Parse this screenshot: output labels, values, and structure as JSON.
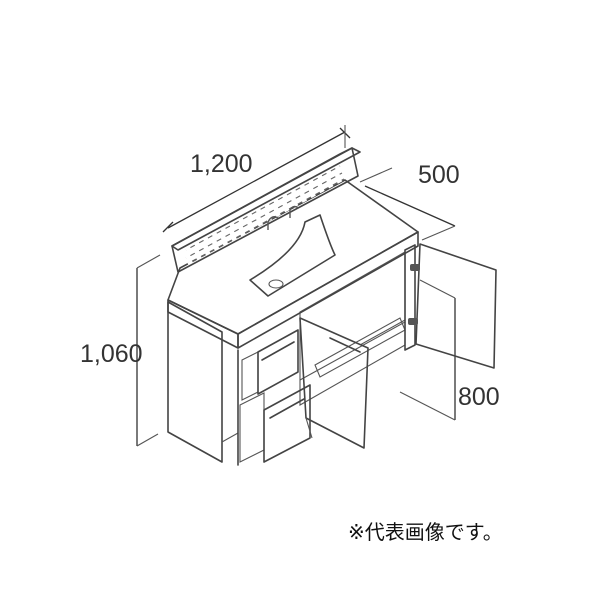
{
  "dimensions": {
    "width": "1,200",
    "depth": "500",
    "height": "1,060",
    "door_height": "800"
  },
  "note": "※代表画像です。",
  "colors": {
    "line": "#444444",
    "panel": "#ffffff",
    "shade": "#d8d8d8",
    "dark": "#888888"
  }
}
